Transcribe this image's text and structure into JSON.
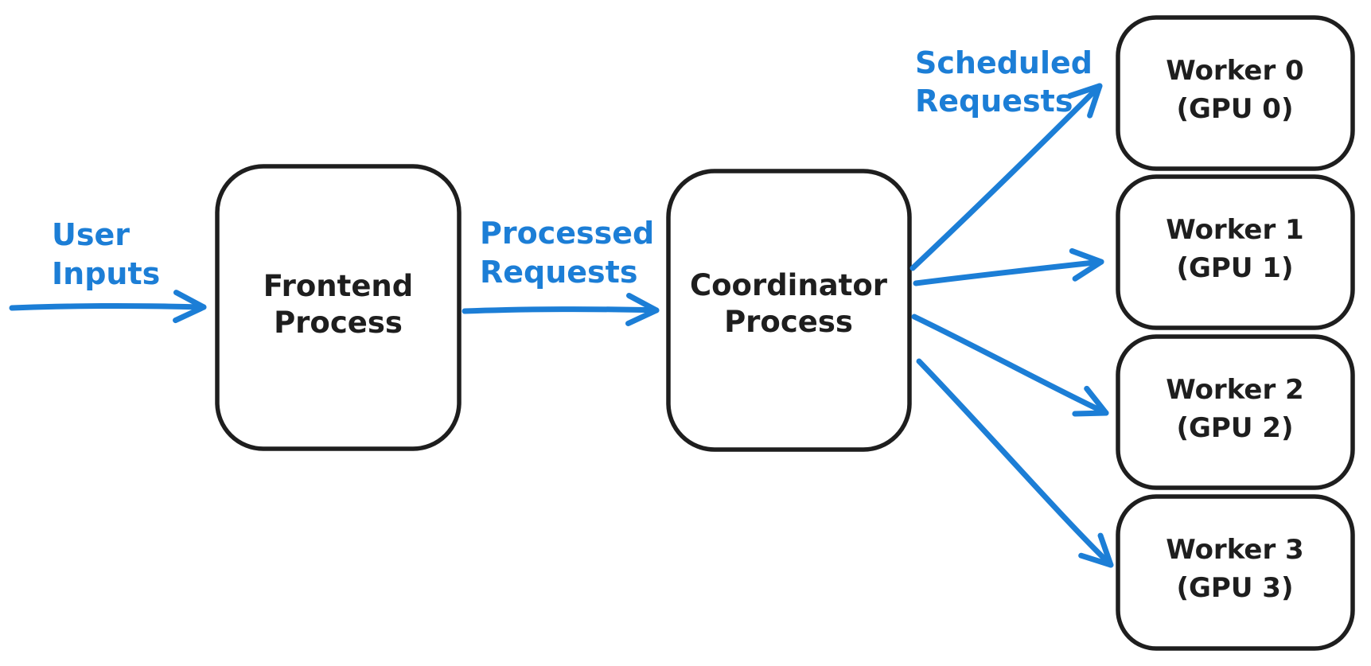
{
  "colors": {
    "accent": "#1c7ed6",
    "ink": "#1e1e1e",
    "background": "#ffffff"
  },
  "labels": {
    "user_inputs": {
      "line1": "User",
      "line2": "Inputs"
    },
    "processed_requests": {
      "line1": "Processed",
      "line2": "Requests"
    },
    "scheduled_requests": {
      "line1": "Scheduled",
      "line2": "Requests"
    }
  },
  "nodes": {
    "frontend": {
      "line1": "Frontend",
      "line2": "Process"
    },
    "coordinator": {
      "line1": "Coordinator",
      "line2": "Process"
    },
    "workers": [
      {
        "line1": "Worker 0",
        "line2": "(GPU 0)"
      },
      {
        "line1": "Worker 1",
        "line2": "(GPU 1)"
      },
      {
        "line1": "Worker 2",
        "line2": "(GPU 2)"
      },
      {
        "line1": "Worker 3",
        "line2": "(GPU 3)"
      }
    ]
  }
}
